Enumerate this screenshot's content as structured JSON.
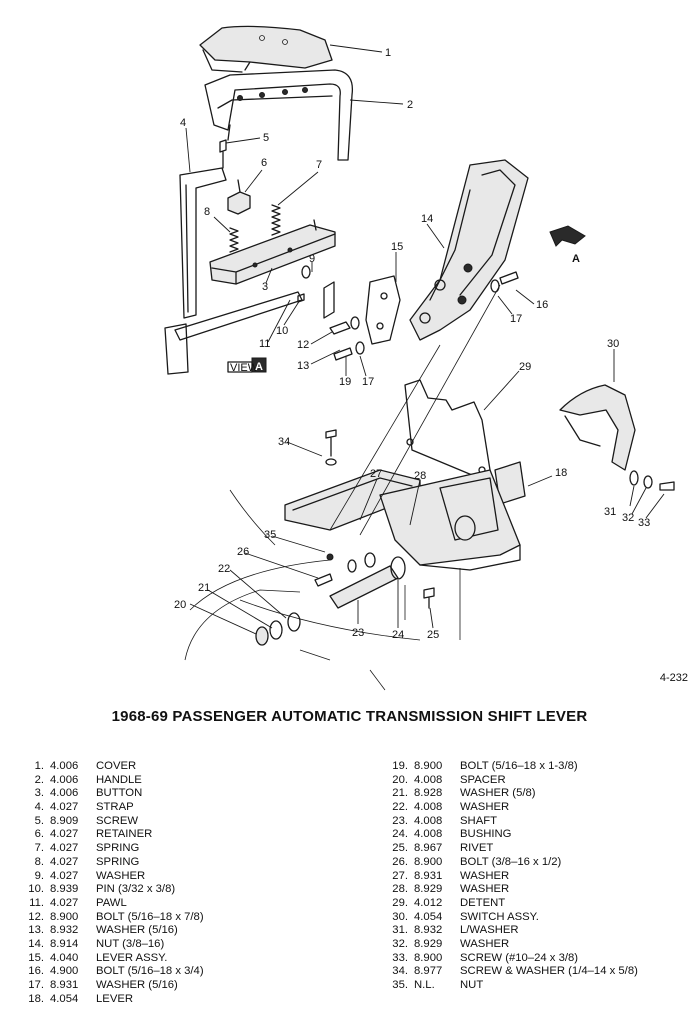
{
  "figure_number": "4-232",
  "title": "1968-69 PASSENGER AUTOMATIC TRANSMISSION SHIFT LEVER",
  "view_label": {
    "prefix": "VIEW",
    "letter": "A"
  },
  "detail_label": "A",
  "callouts": [
    "1",
    "2",
    "3",
    "4",
    "5",
    "6",
    "7",
    "8",
    "9",
    "10",
    "11",
    "12",
    "13",
    "14",
    "15",
    "16",
    "17",
    "18",
    "19",
    "17",
    "20",
    "21",
    "22",
    "23",
    "24",
    "25",
    "26",
    "27",
    "28",
    "29",
    "30",
    "31",
    "32",
    "33",
    "34",
    "35"
  ],
  "parts_left": [
    {
      "num": "1.",
      "code": "4.006",
      "desc": "COVER"
    },
    {
      "num": "2.",
      "code": "4.006",
      "desc": "HANDLE"
    },
    {
      "num": "3.",
      "code": "4.006",
      "desc": "BUTTON"
    },
    {
      "num": "4.",
      "code": "4.027",
      "desc": "STRAP"
    },
    {
      "num": "5.",
      "code": "8.909",
      "desc": "SCREW"
    },
    {
      "num": "6.",
      "code": "4.027",
      "desc": "RETAINER"
    },
    {
      "num": "7.",
      "code": "4.027",
      "desc": "SPRING"
    },
    {
      "num": "8.",
      "code": "4.027",
      "desc": "SPRING"
    },
    {
      "num": "9.",
      "code": "4.027",
      "desc": "WASHER"
    },
    {
      "num": "10.",
      "code": "8.939",
      "desc": "PIN (3/32 x 3/8)"
    },
    {
      "num": "11.",
      "code": "4.027",
      "desc": "PAWL"
    },
    {
      "num": "12.",
      "code": "8.900",
      "desc": "BOLT (5/16–18 x 7/8)"
    },
    {
      "num": "13.",
      "code": "8.932",
      "desc": "WASHER (5/16)"
    },
    {
      "num": "14.",
      "code": "8.914",
      "desc": "NUT (3/8–16)"
    },
    {
      "num": "15.",
      "code": "4.040",
      "desc": "LEVER ASSY."
    },
    {
      "num": "16.",
      "code": "4.900",
      "desc": "BOLT (5/16–18 x 3/4)"
    },
    {
      "num": "17.",
      "code": "8.931",
      "desc": "WASHER (5/16)"
    },
    {
      "num": "18.",
      "code": "4.054",
      "desc": "LEVER"
    }
  ],
  "parts_right": [
    {
      "num": "19.",
      "code": "8.900",
      "desc": "BOLT (5/16–18 x 1-3/8)"
    },
    {
      "num": "20.",
      "code": "4.008",
      "desc": "SPACER"
    },
    {
      "num": "21.",
      "code": "8.928",
      "desc": "WASHER (5/8)"
    },
    {
      "num": "22.",
      "code": "4.008",
      "desc": "WASHER"
    },
    {
      "num": "23.",
      "code": "4.008",
      "desc": "SHAFT"
    },
    {
      "num": "24.",
      "code": "4.008",
      "desc": "BUSHING"
    },
    {
      "num": "25.",
      "code": "8.967",
      "desc": "RIVET"
    },
    {
      "num": "26.",
      "code": "8.900",
      "desc": "BOLT (3/8–16 x 1/2)"
    },
    {
      "num": "27.",
      "code": "8.931",
      "desc": "WASHER"
    },
    {
      "num": "28.",
      "code": "8.929",
      "desc": "WASHER"
    },
    {
      "num": "29.",
      "code": "4.012",
      "desc": "DETENT"
    },
    {
      "num": "30.",
      "code": "4.054",
      "desc": "SWITCH ASSY."
    },
    {
      "num": "31.",
      "code": "8.932",
      "desc": "L/WASHER"
    },
    {
      "num": "32.",
      "code": "8.929",
      "desc": "WASHER"
    },
    {
      "num": "33.",
      "code": "8.900",
      "desc": "SCREW (#10–24 x 3/8)"
    },
    {
      "num": "34.",
      "code": "8.977",
      "desc": "SCREW & WASHER (1/4–14 x 5/8)"
    },
    {
      "num": "35.",
      "code": "N.L.",
      "desc": "NUT"
    }
  ]
}
